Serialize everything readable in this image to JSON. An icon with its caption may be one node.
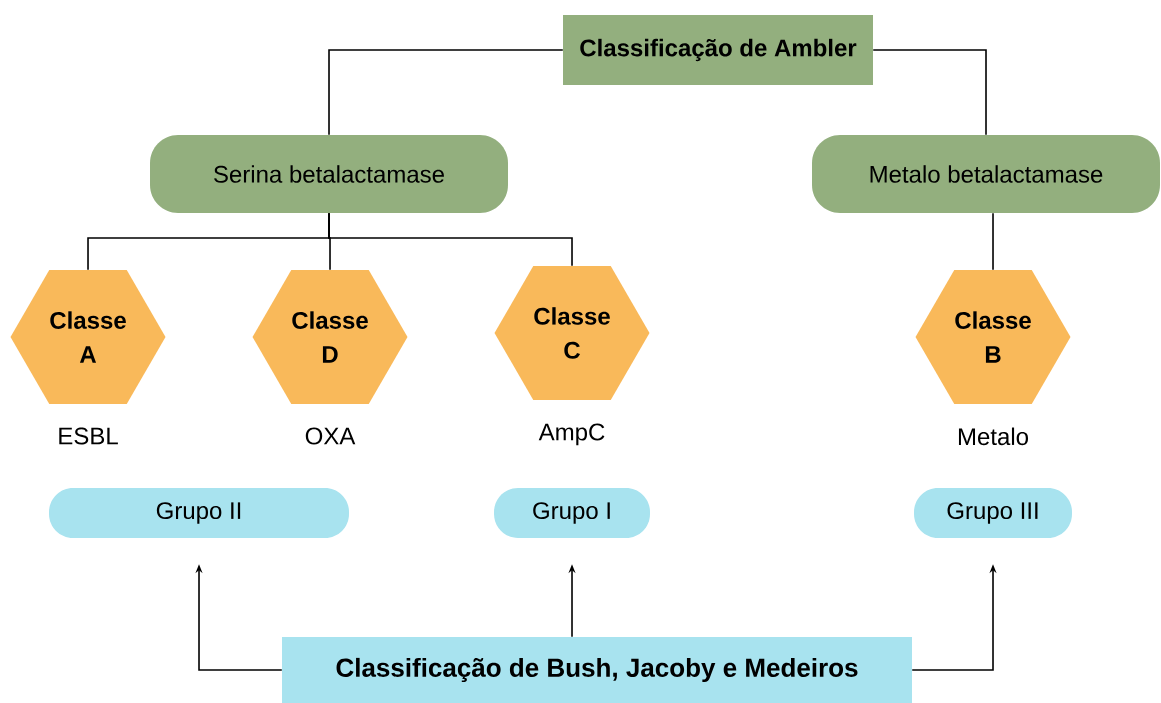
{
  "diagram": {
    "nodes": [
      {
        "text": [
          "Classificação de Ambler"
        ]
      },
      {
        "text": [
          "Serina betalactamase"
        ]
      },
      {
        "text": [
          "Metalo betalactamase"
        ]
      },
      {
        "text": [
          "Classe A"
        ],
        "beside": [
          "ESBL"
        ]
      },
      {
        "text": [
          "Classe D"
        ],
        "beside": [
          "OXA"
        ]
      },
      {
        "text": [
          "Classe C"
        ],
        "beside": [
          "AmpC"
        ]
      },
      {
        "text": [
          "Classe B"
        ],
        "beside": [
          "Metalo"
        ]
      },
      {
        "text": [
          "Grupo II"
        ]
      },
      {
        "text": [
          "Grupo I"
        ]
      },
      {
        "text": [
          "Grupo III"
        ]
      },
      {
        "text": [
          "Classificação de Bush, Jacoby e Medeiros"
        ]
      }
    ],
    "edges": [
      {
        "from": 0,
        "to": 1,
        "arrow": "none"
      },
      {
        "from": 0,
        "to": 2,
        "arrow": "none"
      },
      {
        "from": 1,
        "to": 3,
        "arrow": "none"
      },
      {
        "from": 1,
        "to": 4,
        "arrow": "none"
      },
      {
        "from": 1,
        "to": 5,
        "arrow": "none"
      },
      {
        "from": 2,
        "to": 6,
        "arrow": "none"
      },
      {
        "from": 10,
        "to": 7,
        "arrow": "to"
      },
      {
        "from": 10,
        "to": 8,
        "arrow": "to"
      },
      {
        "from": 10,
        "to": 9,
        "arrow": "to"
      }
    ]
  }
}
